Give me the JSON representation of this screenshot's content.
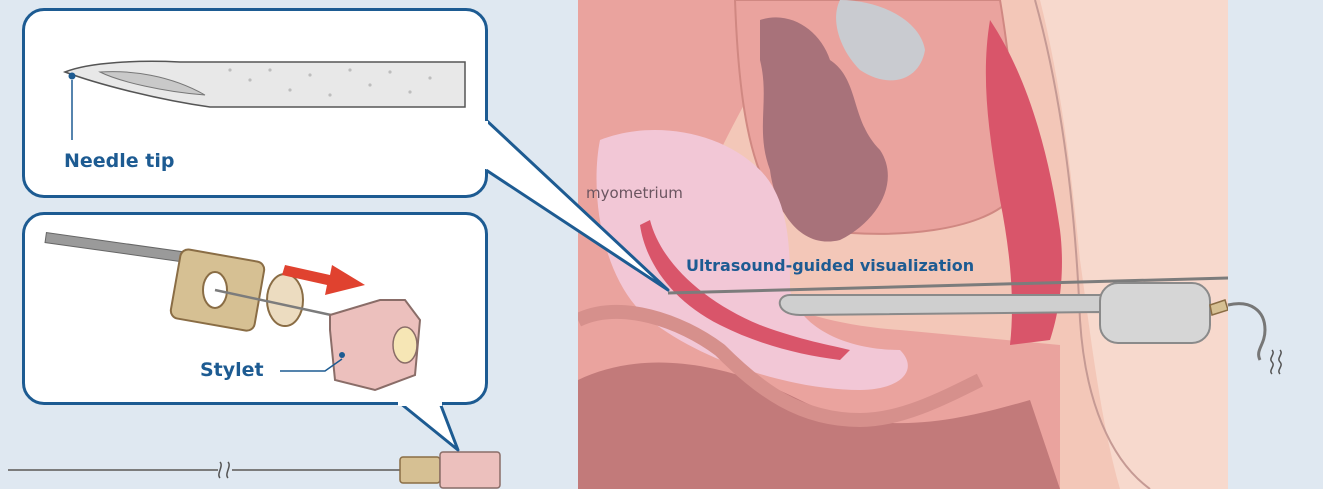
{
  "labels": {
    "needle_tip": "Needle tip",
    "stylet": "Stylet",
    "myometrium": "myometrium",
    "ultrasound": "Ultrasound-guided visualization"
  },
  "colors": {
    "background": "#dfe8f1",
    "callout_border": "#1d5b92",
    "label_blue": "#1d5b92",
    "arrow_red": "#e0422f",
    "uterus_pink": "#f2c7d6",
    "tissue_salmon": "#e9a09a",
    "rectum_dark": "#c27a7a",
    "bladder_mauve": "#a8727a",
    "probe_gray": "#cfcfcf",
    "hub_beige": "#d6c093",
    "stylet_pink": "#ecc0bd"
  },
  "icons": [
    "needle-tip-drawing",
    "stylet-assembly-drawing",
    "full-needle-drawing",
    "ultrasound-probe-drawing",
    "red-direction-arrow"
  ]
}
